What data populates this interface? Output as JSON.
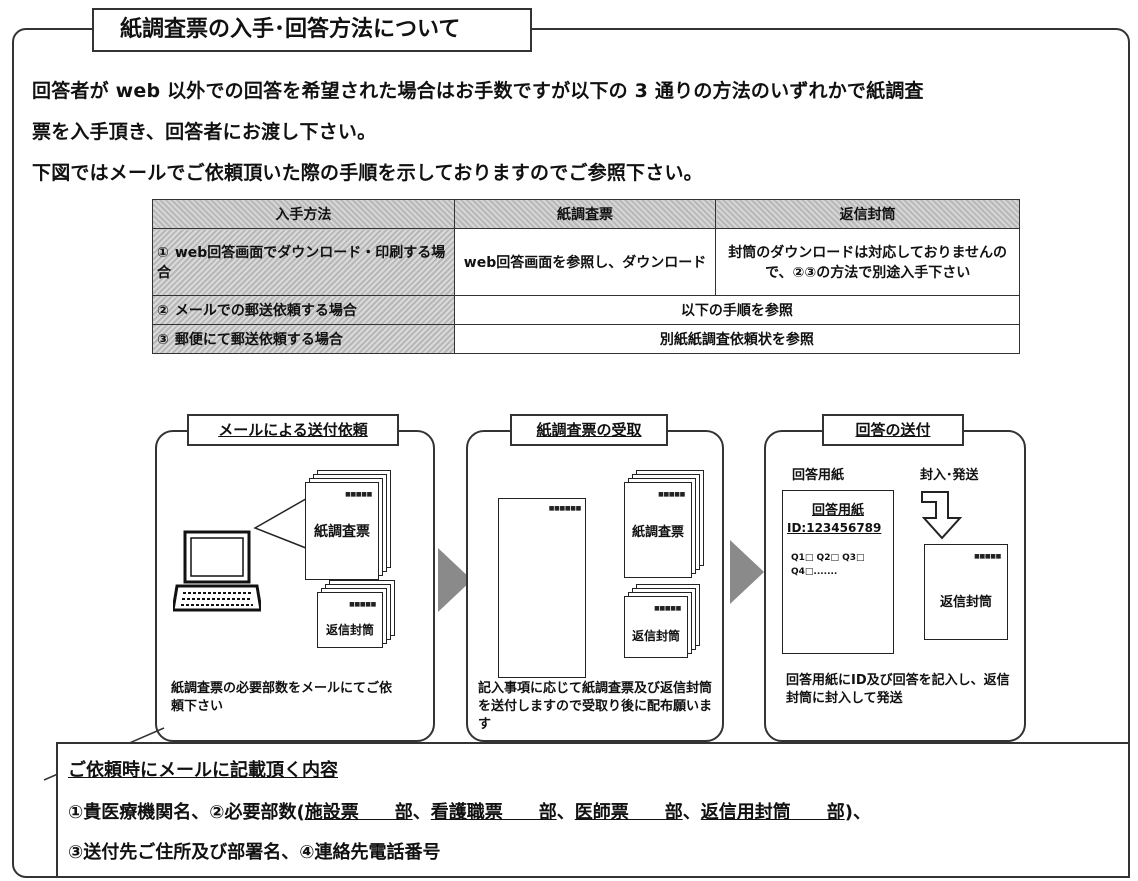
{
  "section_title": "紙調査票の入手･回答方法について",
  "intro": {
    "line1": "回答者が web 以外での回答を希望された場合はお手数ですが以下の 3 通りの方法のいずれかで紙調査",
    "line2": "票を入手頂き、回答者にお渡し下さい。",
    "line3": "下図ではメールでご依頼頂いた際の手順を示しておりますのでご参照下さい。"
  },
  "table": {
    "headers": [
      "入手方法",
      "紙調査票",
      "返信封筒"
    ],
    "row1": {
      "num": "①",
      "method": "web回答画面でダウンロード・印刷する場合",
      "paper": "web回答画面を参照し、ダウンロード",
      "envelope": "封筒のダウンロードは対応しておりませんので、②③の方法で別途入手下さい"
    },
    "row2": {
      "num": "②",
      "method": "メールでの郵送依頼する場合",
      "merged": "以下の手順を参照"
    },
    "row3": {
      "num": "③",
      "method": "郵便にて郵送依頼する場合",
      "merged": "別紙紙調査依頼状を参照"
    }
  },
  "steps": {
    "step1": {
      "title": "メールによる送付依頼",
      "doc_paper": "紙調査票",
      "doc_envelope": "返信封筒",
      "caption": "紙調査票の必要部数をメールにてご依頼下さい"
    },
    "step2": {
      "title": "紙調査票の受取",
      "doc_paper": "紙調査票",
      "doc_envelope": "返信封筒",
      "caption": "記入事項に応じて紙調査票及び返信封筒を送付しますので受取り後に配布願います"
    },
    "step3": {
      "title": "回答の送付",
      "label_sheet": "回答用紙",
      "label_send": "封入･発送",
      "sheet_title": "回答用紙",
      "sheet_id": "ID:123456789",
      "sheet_q1": "Q1□ Q2□ Q3□",
      "sheet_q2": "Q4□.......",
      "envelope": "返信封筒",
      "caption": "回答用紙にID及び回答を記入し、返信封筒に封入して発送"
    }
  },
  "request": {
    "heading": "ご依頼時にメールに記載頂く内容",
    "line1_a": "①貴医療機関名、②必要部数(",
    "item_facility": "施設票　　部",
    "sep1": "、",
    "item_nurse": "看護職票　　部",
    "sep2": "、",
    "item_doctor": "医師票　　部",
    "sep3": "、",
    "item_envelope": "返信用封筒　　部",
    "line1_end": ")、",
    "line2": "③送付先ご住所及び部署名、④連絡先電話番号"
  }
}
